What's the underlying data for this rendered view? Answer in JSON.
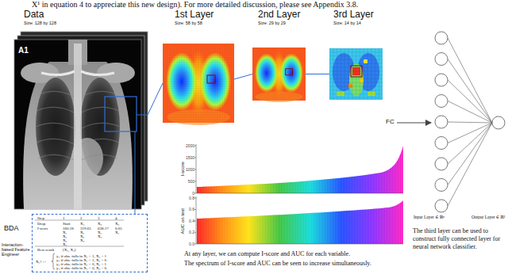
{
  "diagram": {
    "nodes": [
      {
        "text": [
          "Data",
          "Size: 128 by 128"
        ]
      },
      {
        "text": [
          "1st Layer",
          "Size: 58 by 58"
        ]
      },
      {
        "text": [
          "2nd Layer",
          "Size: 29 by 29"
        ]
      },
      {
        "text": [
          "3rd Layer",
          "Size: 14 by 14"
        ]
      },
      {
        "text": [
          "Step",
          "1",
          "2",
          "3",
          "4",
          "Drop",
          "Start",
          "X₄",
          "X₃",
          "X₂",
          "I-score",
          "160.18",
          "319.65",
          "638.17",
          "0.05",
          "X₁ X₂ X₃ X₄",
          "X₁ X₂ X₃",
          "X₁ X₂",
          "X₁",
          "Best result",
          "[X₁, X₂]",
          "X₁† :=",
          "y₁ if obs. falls in X₁ = 1, X₂ = 1",
          "y₂ if obs. falls in X₁ = 1, X₂ = 0",
          "y₃ if obs. falls in X₁ = 0, X₂ = 1",
          "y₄ if obs. falls in X₁ = 0, X₂ = 0"
        ]
      }
    ],
    "edges": [
      {
        "from": 0,
        "to": 1,
        "arrow": "none"
      },
      {
        "from": 1,
        "to": 2,
        "arrow": "none"
      },
      {
        "from": 2,
        "to": 3,
        "arrow": "none"
      },
      {
        "from": 0,
        "to": 4,
        "arrow": "none"
      }
    ],
    "labels": [
      "X¹ in equation 4 to appreciate this new design). For more detailed discussion, please see Appendix 3.8.",
      "A1",
      "FC",
      "BDA",
      "Interaction-based Feature Engineer",
      "2000",
      "1500",
      "1000",
      "500",
      "0",
      "I-score",
      "0.8",
      "0.6",
      "0.4",
      "0.2",
      "0.0",
      "AUC on test",
      "At any layer, we can compute I-score and AUC for each variable.",
      "The spectrum of I-score and AUC can be seen to increase simultaneously.",
      "The third layer can be used to construct fully connected layer for neural network classifier.",
      "Input Layer ∈ ℝⁿ",
      "Output Layer ∈ ℝ¹"
    ]
  }
}
